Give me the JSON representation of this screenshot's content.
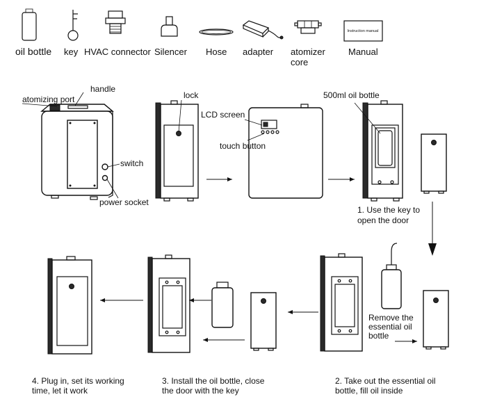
{
  "parts": {
    "oil_bottle": "oil bottle",
    "key": "key",
    "hvac": "HVAC connector",
    "silencer": "Silencer",
    "hose": "Hose",
    "adapter": "adapter",
    "atomizer_1": "atomizer",
    "atomizer_2": "core",
    "manual": "Manual",
    "manual_cover": "Instruction manual"
  },
  "callouts": {
    "handle": "handle",
    "atomizing_port": "atomizing port",
    "switch": "switch",
    "power_socket": "power socket",
    "lock": "lock",
    "lcd": "LCD screen",
    "touch": "touch button",
    "oil_bottle_500": "500ml oil bottle",
    "remove_1": "Remove the",
    "remove_2": "essential oil",
    "remove_3": "bottle"
  },
  "steps": {
    "s1_line1": "1. Use the key to",
    "s1_line2": "open the door",
    "s2_line1": "2. Take out the essential oil",
    "s2_line2": "bottle, fill oil inside",
    "s3_line1": "3. Install the oil bottle, close",
    "s3_line2": "the door with the key",
    "s4_line1": "4. Plug in, set its working",
    "s4_line2": "time, let it work"
  }
}
